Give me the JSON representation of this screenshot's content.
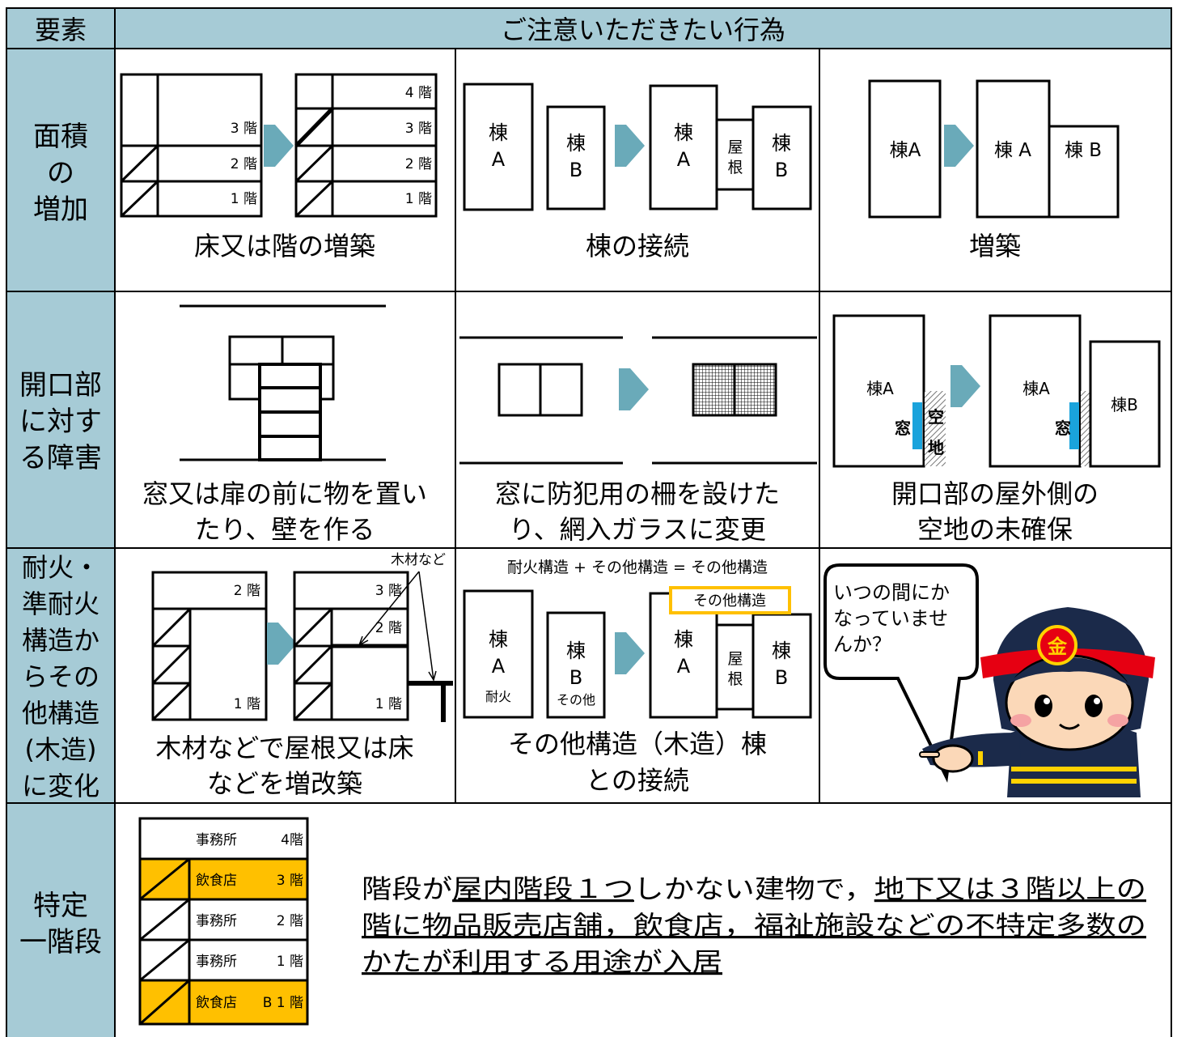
{
  "header": {
    "element": "要素",
    "actions": "ご注意いただきたい行為"
  },
  "rows": {
    "area": {
      "label": [
        "面積",
        "の",
        "増加"
      ],
      "floor_addition": {
        "floors_before": [
          "3 階",
          "2 階",
          "1 階"
        ],
        "floors_after": [
          "4 階",
          "3 階",
          "2 階",
          "1 階"
        ],
        "caption": "床又は階の増築"
      },
      "connect": {
        "a": [
          "棟",
          "A"
        ],
        "b": [
          "棟",
          "B"
        ],
        "roof": [
          "屋",
          "根"
        ],
        "caption": "棟の接続"
      },
      "extension": {
        "before": "棟A",
        "after_a": "棟 A",
        "after_b": "棟 B",
        "caption": "増築"
      }
    },
    "opening": {
      "label": [
        "開口部",
        "に対す",
        "る障害"
      ],
      "blocking": {
        "caption": [
          "窓又は扉の前に物を置い",
          "たり、壁を作る"
        ]
      },
      "bars": {
        "caption": [
          "窓に防犯用の柵を設けた",
          "り、網入ガラスに変更"
        ]
      },
      "vacant": {
        "a": "棟A",
        "b": "棟B",
        "window": "窓",
        "space": [
          "空",
          "地"
        ],
        "caption": [
          "開口部の屋外側の",
          "空地の未確保"
        ]
      }
    },
    "structure": {
      "label": [
        "耐火・",
        "準耐火",
        "構造か",
        "らその",
        "他構造",
        "(木造)",
        "に変化"
      ],
      "wood": {
        "floors_before": [
          "2 階",
          "1 階"
        ],
        "floors_after": [
          "3 階",
          "2 階",
          "1 階"
        ],
        "note": "木材など",
        "caption": [
          "木材などで屋根又は床",
          "などを増改築"
        ]
      },
      "mixed": {
        "formula": "耐火構造 + その他構造 = その他構造",
        "a": [
          "棟",
          "A"
        ],
        "b": [
          "棟",
          "B"
        ],
        "a_sub": "耐火",
        "b_sub": "その他",
        "roof": [
          "屋",
          "根"
        ],
        "other_box": "その他構造",
        "caption": [
          "その他構造（木造）棟",
          "との接続"
        ]
      },
      "mascot": {
        "speech": [
          "いつの間にか",
          "なっていませ",
          "んか？"
        ],
        "badge": "金"
      }
    },
    "stairs": {
      "label": [
        "特定",
        "一階段"
      ],
      "floors": [
        {
          "use": "事務所",
          "floor": "4階",
          "highlight": false,
          "slash": false
        },
        {
          "use": "飲食店",
          "floor": "3 階",
          "highlight": true,
          "slash": true
        },
        {
          "use": "事務所",
          "floor": "2 階",
          "highlight": false,
          "slash": true
        },
        {
          "use": "事務所",
          "floor": "1 階",
          "highlight": false,
          "slash": true
        },
        {
          "use": "飲食店",
          "floor": "B 1 階",
          "highlight": true,
          "slash": true
        }
      ],
      "description": {
        "l1": [
          "階段が",
          "屋内階段１つ",
          "しかない建物で，",
          "地下又は３階以上の"
        ],
        "l2": "階に物品販売店舗，飲食店，福祉施設などの不特定多数の",
        "l3": "かたが利用する用途が入居"
      }
    }
  },
  "colors": {
    "label_bg": "#a6cbd6",
    "arrow": "#6aaab9",
    "highlight": "#ffc000",
    "window_blue": "#1aa3dc",
    "helmet_red": "#e60012",
    "navy": "#1b2a4a"
  }
}
